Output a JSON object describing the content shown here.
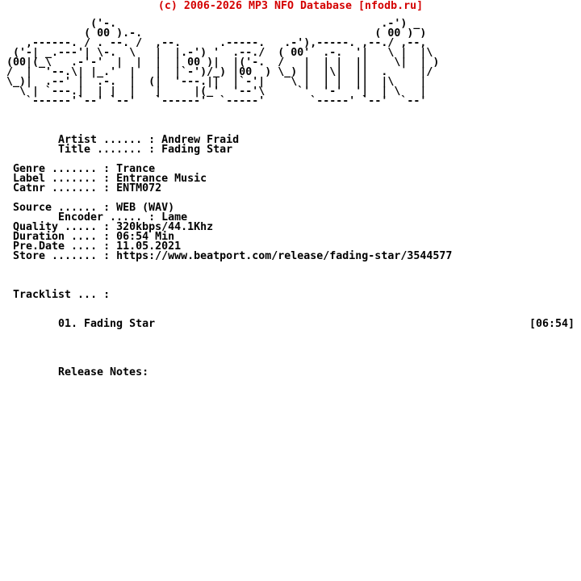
{
  "header": {
    "copyright": "(c) 2006-2026 MP3 NFO Database [nfodb.ru]",
    "accent_color": "#d40000"
  },
  "ascii_art_name": "falcon-group-logo",
  "ascii_art": "              ('-.                                         .-') _\n             ( 00 ).-.                                    ( 00 ) )\n    ,------. / . --. /  ,--.      .-----.   .-'),-----. ,--./ ,--,\n  ('-| _.---'| \\-.  \\   |  |.-') '  .--./  ( 00'  .-.  '|   \\ |  |\\\n (00|(_\\   .-'-'  |  |  |  | 00 )|  |('-.  /   |  | |  ||    \\|  | )\n /  |  '--.\\| |_.'  |   |  |`-')/_) |00  ) \\_) |  |\\|  ||  .     |/\n \\_)|  .--' |  .-.  |  (|  '---.||  |`-'|    \\ |  | |  ||  |\\    |\n   \\ | `---.|  | |  |   |     |(_'  '--'\\     `'  '-'  '|  | \\   |\n    `------'`--' `--'   `------'  `-----'       `-----' `--'  `--'",
  "release_info": {
    "artist": {
      "label": "Artist ...... :",
      "value": "Andrew Fraid"
    },
    "title": {
      "label": "Title ....... :",
      "value": "Fading Star"
    },
    "genre": {
      "label": "Genre ....... :",
      "value": "Trance"
    },
    "label": {
      "label": "Label ....... :",
      "value": "Entrance Music"
    },
    "catnr": {
      "label": "Catnr ....... :",
      "value": "ENTM072"
    },
    "source": {
      "label": "Source ...... :",
      "value": "WEB (WAV)"
    },
    "encoder": {
      "label": "Encoder ..... :",
      "value": "Lame"
    },
    "quality": {
      "label": "Quality ..... :",
      "value": "320kbps/44.1Khz"
    },
    "duration": {
      "label": "Duration .... :",
      "value": "06:54 Min"
    },
    "predate": {
      "label": "Pre.Date .... :",
      "value": "11.05.2021"
    },
    "store": {
      "label": "Store ....... :",
      "value": "https://www.beatport.com/release/fading-star/3544577"
    }
  },
  "tracklist": {
    "heading": "Tracklist ... :",
    "tracks": [
      {
        "number": "01.",
        "title": "Fading Star",
        "duration": "[06:54]"
      }
    ]
  },
  "notes_heading": "Release Notes:"
}
